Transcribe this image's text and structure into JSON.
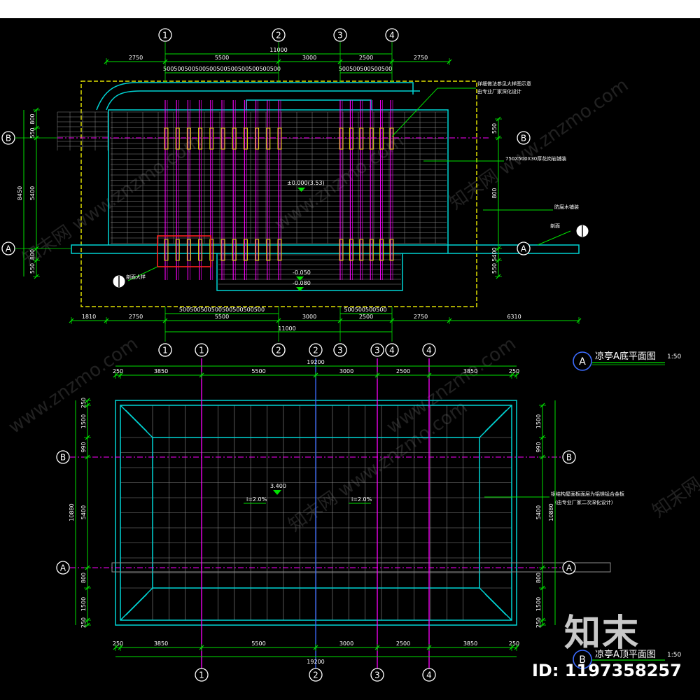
{
  "plan_a": {
    "grid_top": [
      "1",
      "2",
      "3",
      "4"
    ],
    "grid_bottom": [
      "1",
      "2",
      "3",
      "4"
    ],
    "grid_left": [
      "B",
      "A"
    ],
    "grid_right": [
      "B",
      "A"
    ],
    "dim_top_outer": [
      "2750",
      "5500",
      "3000",
      "2500",
      "2750"
    ],
    "dim_top_total": "11000",
    "dim_top_sub_left": "500500500500500500500500500500500",
    "dim_top_sub_right": "500500500500500",
    "dim_bottom_outer": [
      "1810",
      "2750",
      "5500",
      "3000",
      "2500",
      "2750",
      "6310"
    ],
    "dim_bottom_total": "11000",
    "dim_bottom_sub_left": "500500500500500500500500",
    "dim_bottom_sub_right": "500500500500",
    "dim_left": [
      "800",
      "550",
      "5400",
      "800",
      "550"
    ],
    "dim_left_total": "8450",
    "dim_right": [
      "550",
      "800",
      "5400",
      "550",
      "800"
    ],
    "elev_main": "±0.000(3.53)",
    "elev_low1": "-0.050",
    "elev_low2": "-0.080",
    "note_right1": "详细做法参见大样图示意",
    "note_right2": "由专业厂家深化设计",
    "note_right3": "750X500X30厚花岗岩铺装",
    "note_right4": "防腐木铺装",
    "note_right5": "剖面",
    "note_left": "剖面大样",
    "title_label": "A",
    "title": "凉亭A底平面图",
    "scale": "1:50"
  },
  "plan_b": {
    "grid_top": [
      "1",
      "1",
      "2",
      "2",
      "3",
      "3",
      "4",
      "4"
    ],
    "grid_bottom": [
      "1",
      "2",
      "3",
      "4"
    ],
    "grid_left": [
      "B",
      "A"
    ],
    "grid_right": [
      "B",
      "A"
    ],
    "dim_top_outer": [
      "250",
      "3850",
      "5500",
      "3000",
      "2500",
      "3850",
      "250"
    ],
    "dim_top_total": "19200",
    "dim_bottom_outer": [
      "250",
      "3850",
      "5500",
      "3000",
      "2500",
      "3850",
      "250"
    ],
    "dim_bottom_total": "19200",
    "dim_left": [
      "250",
      "1500",
      "990",
      "5400",
      "800",
      "1500",
      "250"
    ],
    "dim_left_total": "10880",
    "dim_right": [
      "1500",
      "990",
      "5400",
      "800",
      "1500",
      "250"
    ],
    "dim_right_total": "10880",
    "elev": "3.400",
    "slope_left": "i=2.0%",
    "slope_right": "i=2.0%",
    "note_right1": "钢结构屋面板面层为铝镁锰合金板",
    "note_right2": "(由专业厂家二次深化设计)",
    "title_label": "B",
    "title": "凉亭A顶平面图",
    "scale": "1:50"
  },
  "watermark": {
    "logo": "知末",
    "id": "ID: 1197358257",
    "diagonal": "www.znzmo.com",
    "diagonal_cn": "知末网"
  },
  "colors": {
    "green": "#00e000",
    "cyan": "#00d4d4",
    "magenta": "#ff00ff",
    "yellow": "#e0e000",
    "red": "#ff2020",
    "grey": "#8c8c8c",
    "blue": "#3c6cff",
    "white": "#ffffff"
  }
}
